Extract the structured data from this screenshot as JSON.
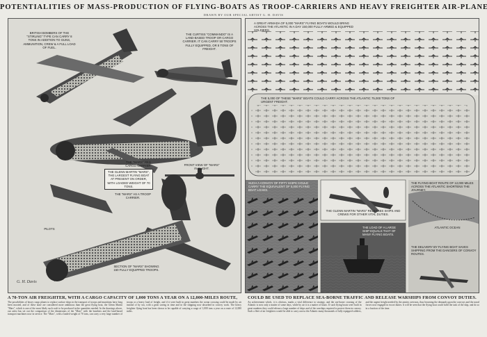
{
  "header": {
    "title": "POTENTIALITIES OF MASS-PRODUCTION OF FLYING-BOATS AS TROOP-CARRIERS AND HEAVY FREIGHTER AIR-PLANES.",
    "byline": "DRAWN BY OUR SPECIAL ARTIST G. H. DAVIS"
  },
  "left_panel": {
    "callouts": {
      "stirling": "BRITISH BOMBERS OF THE \"STIRLING\" TYPE CAN CARRY 8 TONS IN ADDITION TO GUNS, AMMUNITION, CREW & A FULL LOAD OF FUEL.",
      "commando": "THE CURTISS \"COMMANDO\" IS A LAND-BASED TROOP OR CARGO CARRIER. IT CAN CARRY 50 TROOPS FULLY EQUIPPED, OR 8 TONS OF FREIGHT.",
      "mars_cargo": "THE \"MARS\" AS A CARGO CARRIER.",
      "front_view": "FRONT VIEW OF \"MARS\" IN FLIGHT.",
      "glenn_martin": "THE GLENN MARTIN \"MARS\", THE LARGEST FLYING BOAT AT PRESENT ON ORDER, WITH LOADED WEIGHT OF 70 TONS.",
      "mars_troop": "THE \"MARS\" AS A TROOP CARRIER.",
      "pilots": "PILOTS",
      "section": "SECTION OF \"MARS\" SHOWING 150 FULLY EQUIPPED TROOPS."
    },
    "signature": "G. H. Davis"
  },
  "right_panel": {
    "callouts": {
      "armada_100": "A GREAT ARMADA OF 5,000 \"MARS\" FLYING BOATS WOULD BRING ACROSS THE ATLANTIC IN A DAY 150,000 FULLY ARMED & EQUIPPED SOLDIERS.",
      "armada_5000": "THE 5,000 OF THESE \"MARS\" BOATS COULD CARRY ACROSS THE ATLANTIC 75,000 TONS OF URGENT FREIGHT.",
      "convoy": "SUCH A CONVOY OF FIFTY SHIPS COULD CARRY THE EQUIVALENT OF 5,000 FLYING BOAT LOADS.",
      "mars_releases": "THE GLENN MARTIN \"MARS\" RELEASES SHIPS AND CREWS FOR OTHER VITAL DUTIES.",
      "ship_load": "THE LOAD OF A LARGE SHIP EQUALS THAT OF MANY FLYING BOATS.",
      "atlantic": "ATLANTIC OCEAN",
      "route": "THE FLYING-BOAT ROUTE OF 12,000 MILES ACROSS THE ATLANTIC SHORTENS THE JOURNEY.",
      "shipping": "THE DELIVERY BY FLYING BOAT SAVES SHIPPING FROM THE DANGERS OF CONVOY ROUTES."
    }
  },
  "captions": {
    "left": "A 70-TON AIR FREIGHTER, WITH A CARGO CAPACITY OF 1,000 TONS A YEAR ON A 12,000-MILES ROUTE,",
    "right": "COULD BE USED TO REPLACE SEA-BORNE TRAFFIC AND RELEASE WARSHIPS FROM CONVOY DUTIES."
  },
  "body": {
    "left": "The possibilities of heavy cargo planes to replace surface ships in the transport of troops and munitions have long been mooted, and of these none are considered more ambitious than the great flying boat, the Glenn Martin \"Mars\", which is one of the most likely such craft to be produced in the quantities needed. In the drawings above, our artist has set out the comparison of the dimensions of the \"Mars\" with the bombers and the land-based transport machines now in service. The \"Mars\", with a loaded weight of 70 tons, can carry a very large number of troops or a heavy load of freight, and if it were built in great numbers the ocean crossing could be made by air instead of by sea, with a great saving in time and in the shipping now absorbed in convoy work. The heavy freighter flying boat has been shown to be capable of carrying a cargo of 1,000 tons a year on a route of 12,000 miles.",
    "right": "An achievement which, it is obvious, marks a vital difference to strategy, and the sea-borne crossing of the Atlantic is now only a matter of some days, while by air it is a matter of hours. If such flying boats were built in great numbers they could release a large number of ships and of the warships required to protect them in convoy. Such a fleet of air freighters would be able to carry across the Atlantic many thousands of fully equipped soldiers, and the urgent freight needed by the armies overseas, thus lessening the demands upon the convoys and the naval forces now engaged in escort duties. It will be seen that the flying boat could fulfil the task of the ship, and do so in a fraction of the time."
  },
  "colors": {
    "paper": "#ecebe6",
    "panel": "#dcdbd5",
    "ink": "#1c1c1c",
    "sea": "#3d3d3d"
  }
}
